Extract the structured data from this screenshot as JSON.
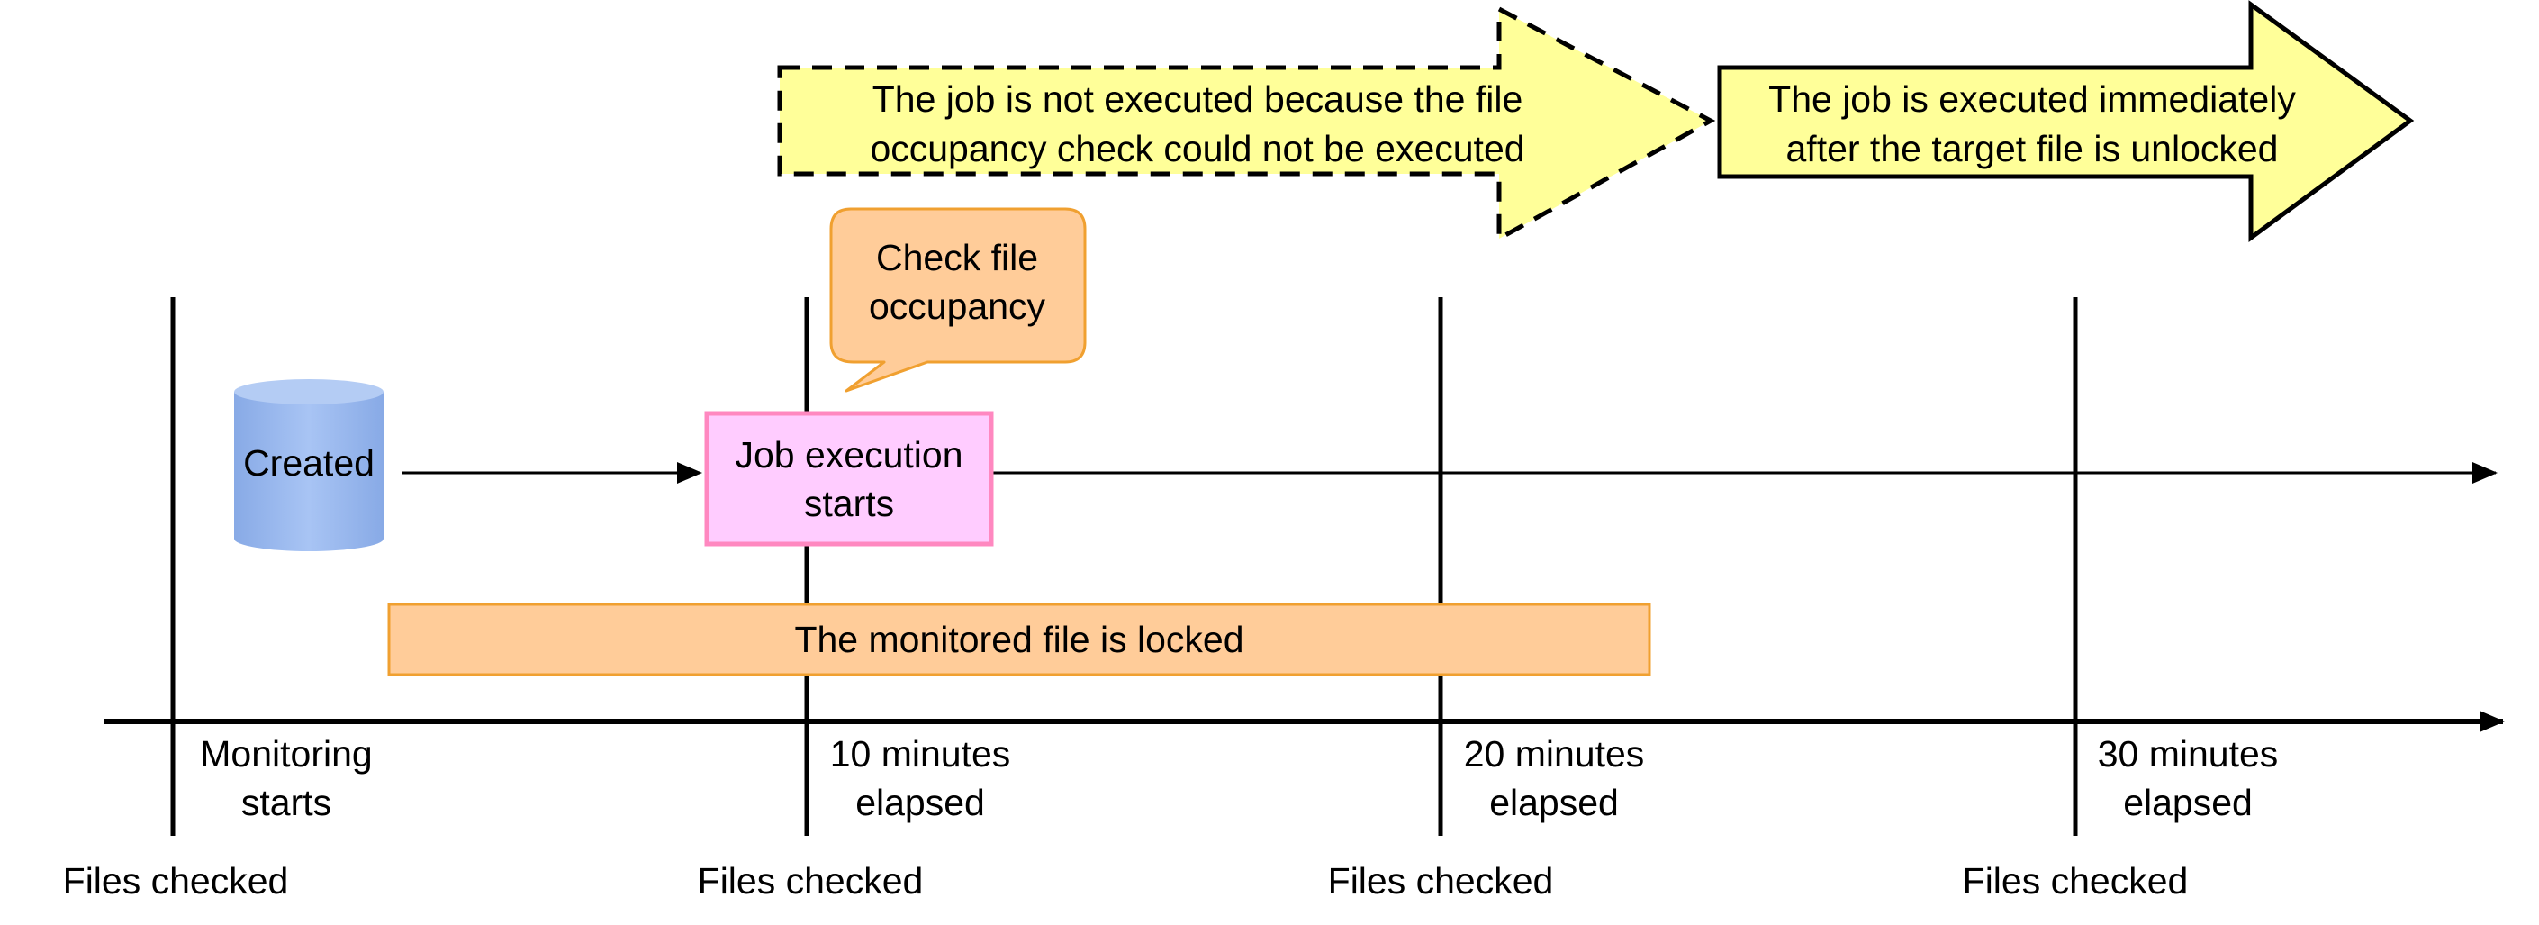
{
  "banners": {
    "not_executed": {
      "line1": "The job is not executed because the file",
      "line2": "occupancy check could not be executed"
    },
    "executed": {
      "line1": "The job is executed immediately",
      "line2": "after the target file is unlocked"
    }
  },
  "callout": {
    "line1": "Check file",
    "line2": "occupancy"
  },
  "created_label": "Created",
  "job_box": {
    "line1": "Job execution",
    "line2": "starts"
  },
  "locked_bar_label": "The monitored file is locked",
  "timeline": {
    "ticks": [
      {
        "line1": "Monitoring",
        "line2": "starts",
        "check_label": "Files checked"
      },
      {
        "line1": "10 minutes",
        "line2": "elapsed",
        "check_label": "Files checked"
      },
      {
        "line1": "20 minutes",
        "line2": "elapsed",
        "check_label": "Files checked"
      },
      {
        "line1": "30 minutes",
        "line2": "elapsed",
        "check_label": "Files checked"
      }
    ]
  },
  "colors": {
    "banner_fill": "#FFFF99",
    "callout_fill": "#FFCC99",
    "callout_stroke": "#F0A030",
    "job_fill": "#FFCCFF",
    "job_stroke": "#FF88C0",
    "locked_fill": "#FFCC99",
    "locked_stroke": "#F0A030",
    "cylinder_fill": "#99BBEE",
    "line": "#000000"
  }
}
